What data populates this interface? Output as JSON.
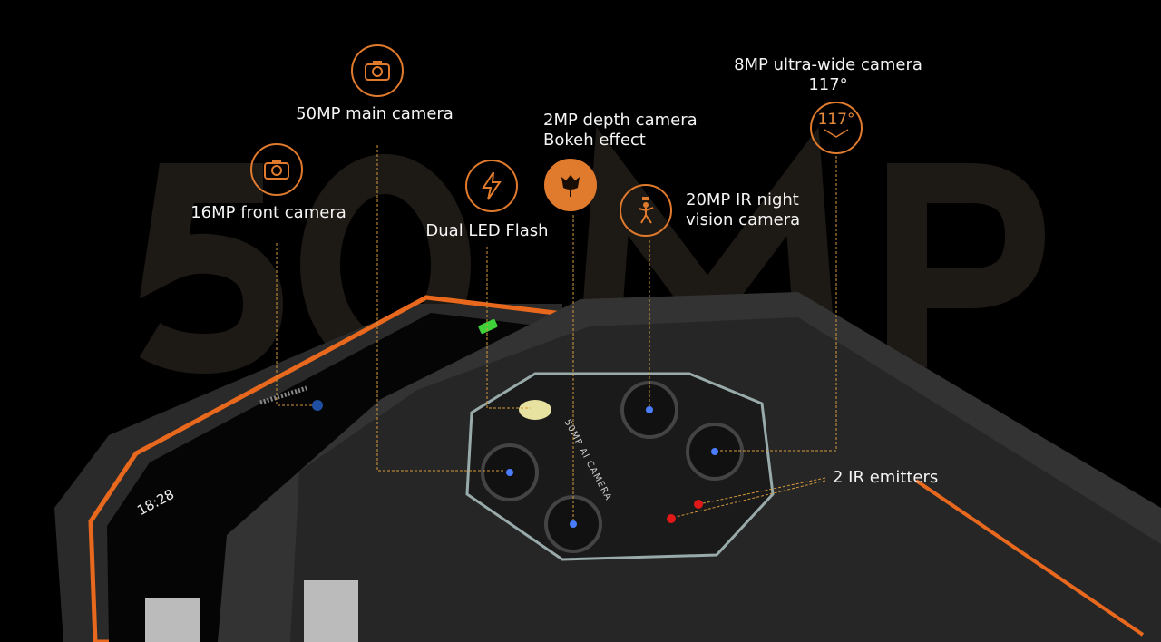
{
  "watermark": "50MP",
  "labels": {
    "front_camera": "16MP front camera",
    "main_camera": "50MP main camera",
    "flash": "Dual LED Flash",
    "depth_line1": "2MP depth camera",
    "depth_line2": "Bokeh effect",
    "ir_line1": "20MP IR night",
    "ir_line2": "vision camera",
    "ultrawide_line1": "8MP ultra-wide camera",
    "ultrawide_line2": "117°",
    "ir_emitters": "2 IR emitters"
  },
  "icons": {
    "ultrawide_badge": "117°"
  },
  "phone": {
    "time": "18:28",
    "brand_text": "50MP AI CAMERA"
  },
  "colors": {
    "accent": "#e07a2c",
    "watermark": "#1d1915"
  }
}
